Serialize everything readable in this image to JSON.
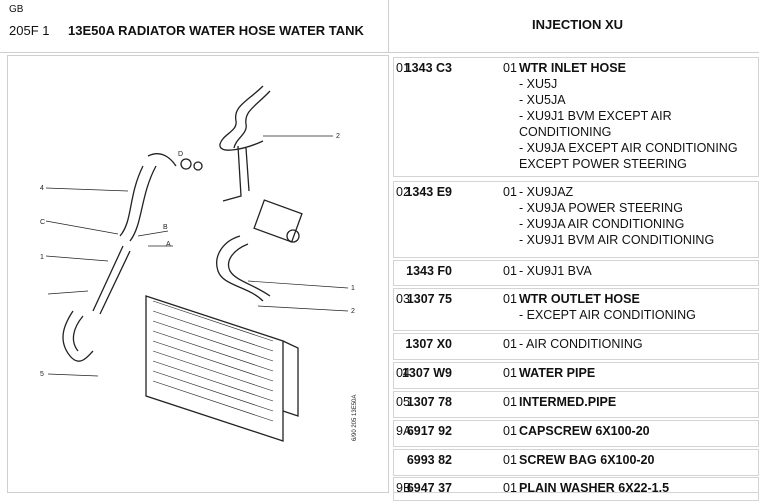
{
  "header": {
    "lang": "GB",
    "model": "205F 1",
    "title": "13E50A RADIATOR WATER HOSE WATER TANK",
    "engine": "INJECTION XU"
  },
  "figure": {
    "callouts": [
      "2",
      "D",
      "4",
      "C",
      "B",
      "A",
      "1",
      "1",
      "2",
      "5"
    ],
    "side_label": "6/90 205 13E50A"
  },
  "rows": [
    {
      "ref": "01",
      "part": "1343 C3",
      "qty": "01",
      "lines": [
        "WTR INLET HOSE",
        "- XU5J",
        "- XU5JA",
        "- XU9J1 BVM EXCEPT AIR CONDITIONING",
        "- XU9JA EXCEPT AIR CONDITIONING EXCEPT POWER STEERING"
      ]
    },
    {
      "ref": "02",
      "part": "1343 E9",
      "qty": "01",
      "lines": [
        "- XU9JAZ",
        "- XU9JA POWER STEERING",
        "- XU9JA AIR CONDITIONING",
        "- XU9J1 BVM AIR CONDITIONING"
      ]
    },
    {
      "ref": "",
      "part": "1343 F0",
      "qty": "01",
      "lines": [
        "- XU9J1 BVA"
      ]
    },
    {
      "ref": "03",
      "part": "1307 75",
      "qty": "01",
      "lines": [
        "WTR OUTLET HOSE",
        "- EXCEPT AIR CONDITIONING"
      ]
    },
    {
      "ref": "",
      "part": "1307 X0",
      "qty": "01",
      "lines": [
        "- AIR CONDITIONING"
      ]
    },
    {
      "ref": "04",
      "part": "1307 W9",
      "qty": "01",
      "lines": [
        "WATER  PIPE"
      ]
    },
    {
      "ref": "05",
      "part": "1307 78",
      "qty": "01",
      "lines": [
        "INTERMED.PIPE"
      ]
    },
    {
      "ref": "9A",
      "part": "6917 92",
      "qty": "01",
      "lines": [
        "CAPSCREW 6X100-20"
      ]
    },
    {
      "ref": "",
      "part": "6993 82",
      "qty": "01",
      "lines": [
        "SCREW BAG 6X100-20"
      ]
    },
    {
      "ref": "9B",
      "part": "6947 37",
      "qty": "01",
      "lines": [
        "PLAIN WASHER 6X22-1.5"
      ]
    }
  ]
}
